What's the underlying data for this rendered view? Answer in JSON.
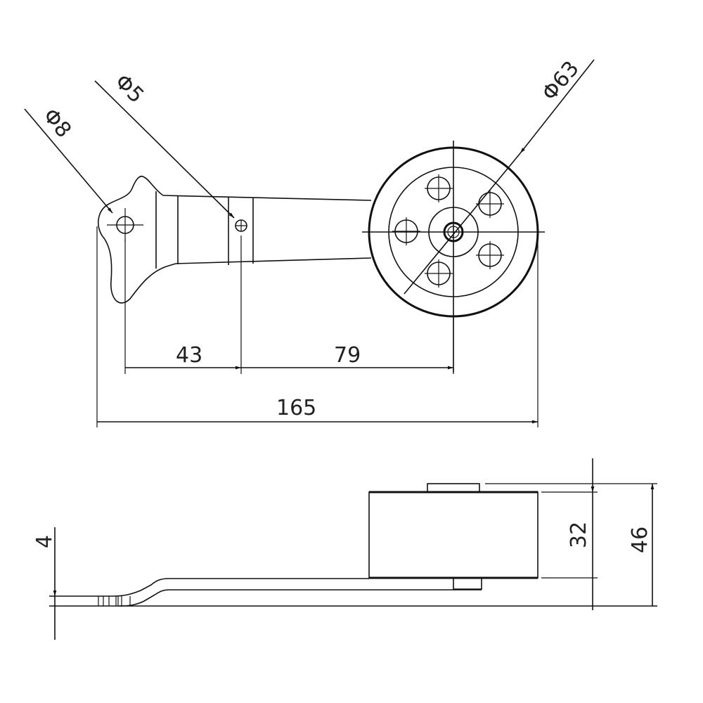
{
  "drawing": {
    "top_view": {
      "diameter_large_hole": "Φ8",
      "diameter_small_hole": "Φ5",
      "diameter_wheel": "Φ63",
      "dim_hole_to_hole": "43",
      "dim_hole_to_wheel_center": "79",
      "dim_overall_length": "165"
    },
    "side_view": {
      "dim_plate_thickness": "4",
      "dim_wheel_width": "32",
      "dim_overall_height": "46"
    },
    "line_color": "#111111"
  }
}
